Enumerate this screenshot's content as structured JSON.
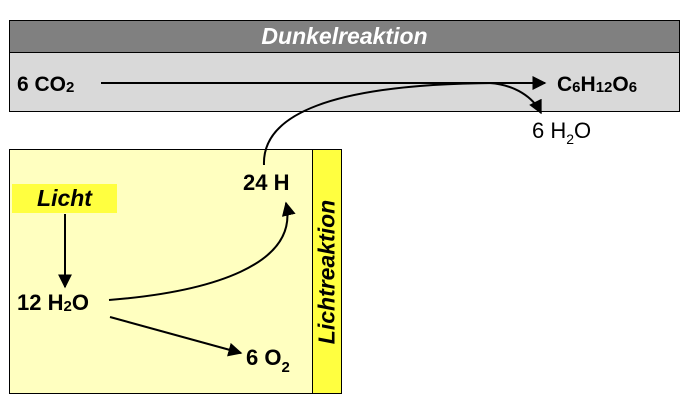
{
  "dark_reaction": {
    "title": "Dunkelreaktion",
    "reactant": {
      "coef": "6 ",
      "formula": [
        "CO",
        "2"
      ]
    },
    "product": {
      "parts": [
        "C",
        "6",
        "H",
        "12",
        "O",
        "6"
      ]
    },
    "byproduct": {
      "coef": "6 ",
      "formula": [
        "H",
        "2",
        "O"
      ]
    }
  },
  "light_reaction": {
    "title": "Lichtreaktion",
    "input_label": "Licht",
    "water": {
      "coef": "12 ",
      "formula": [
        "H",
        "2",
        "O"
      ]
    },
    "hydrogen": {
      "text": "24 H"
    },
    "oxygen": {
      "coef": "6 ",
      "formula": [
        "O",
        "2"
      ]
    }
  },
  "colors": {
    "dark_header": "#808080",
    "dark_body": "#d9d9d9",
    "light_body": "#ffffc0",
    "light_accent": "#ffff40"
  }
}
